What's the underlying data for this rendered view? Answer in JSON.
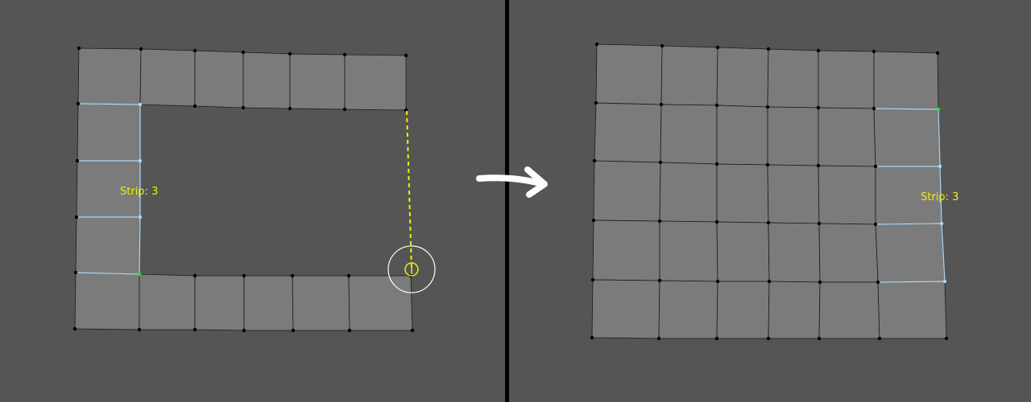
{
  "colors": {
    "background": "#555555",
    "face": "#7b7b7b",
    "edge": "#1a1a1a",
    "vertex": "#000000",
    "selected_edge": "#a9d8f5",
    "selected_vertex": "#a9d8f5",
    "active_vertex": "#33dd33",
    "guide": "#f0f000",
    "label": "#f0f000",
    "cursor_ring": "#ffffff",
    "divider": "#000000",
    "arrow": "#ffffff"
  },
  "before_panel": {
    "strip_label": "Strip: 3",
    "cursor": "mouse-cursor-circle"
  },
  "after_panel": {
    "strip_label": "Strip: 3"
  },
  "transition": {
    "icon": "right-arrow-icon"
  }
}
